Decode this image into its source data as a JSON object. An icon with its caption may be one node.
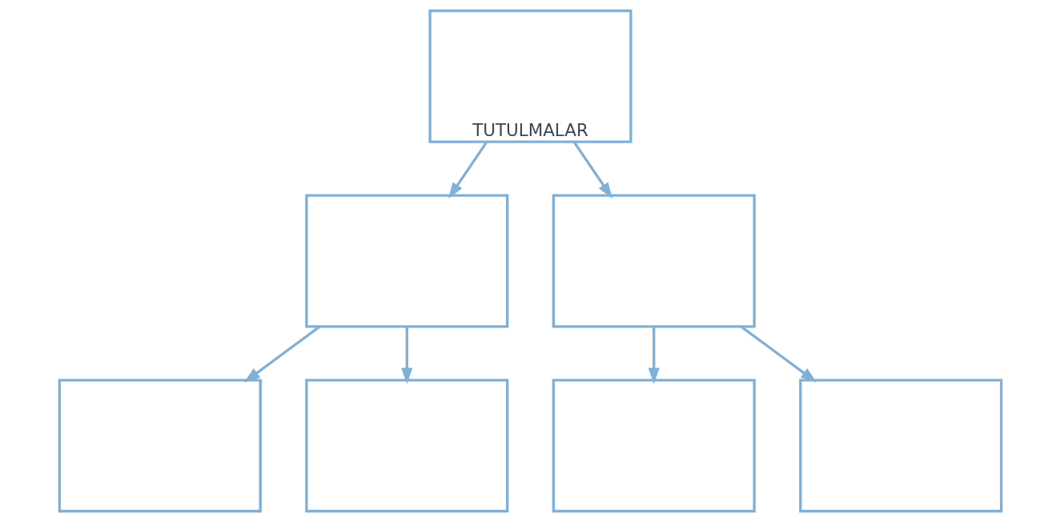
{
  "diagram": {
    "nodes": [
      {
        "text": [
          "TUTULMALAR"
        ]
      },
      {
        "text": [],
        "shape": "box"
      },
      {
        "text": [],
        "shape": "box"
      },
      {
        "text": [],
        "shape": "box"
      },
      {
        "text": [],
        "shape": "box"
      },
      {
        "text": [],
        "shape": "box"
      },
      {
        "text": [],
        "shape": "box"
      }
    ],
    "edges": [
      {
        "from": 0,
        "to": 1,
        "arrow": "to"
      },
      {
        "from": 0,
        "to": 2,
        "arrow": "to"
      },
      {
        "from": 1,
        "to": 3,
        "arrow": "to"
      },
      {
        "from": 1,
        "to": 4,
        "arrow": "to"
      },
      {
        "from": 2,
        "to": 5,
        "arrow": "to"
      },
      {
        "from": 2,
        "to": 6,
        "arrow": "to"
      }
    ]
  }
}
